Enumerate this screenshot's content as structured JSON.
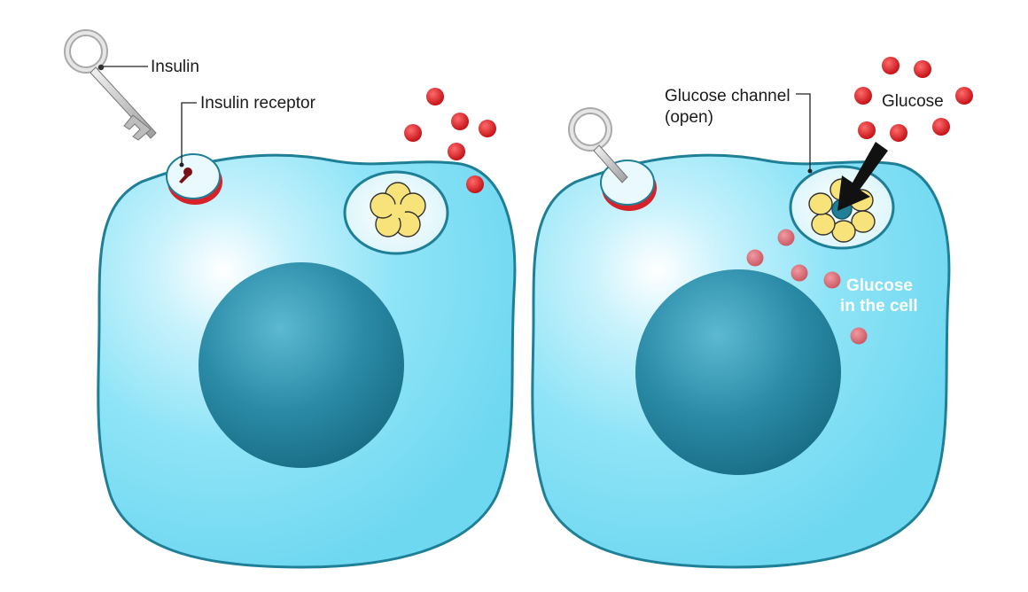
{
  "labels": {
    "insulin": "Insulin",
    "insulin_receptor": "Insulin receptor",
    "glucose_channel_line1": "Glucose channel",
    "glucose_channel_line2": "(open)",
    "glucose": "Glucose",
    "glucose_in_cell_line1": "Glucose",
    "glucose_in_cell_line2": "in the cell"
  },
  "colors": {
    "cell_fill": "#8fe4f7",
    "cell_outline": "#1f7f97",
    "nucleus": "#2a8aa6",
    "glucose_outside": "#e0141b",
    "glucose_inside": "#d9707a",
    "channel_petals": "#f8e27a",
    "receptor_rim": "#d8222a",
    "key_metal": "#c9c9c9",
    "arrow": "#111111"
  },
  "icons": {
    "key": "insulin-key-icon",
    "receptor": "insulin-receptor-icon",
    "channel": "glucose-channel-icon",
    "arrow": "entry-arrow-icon"
  }
}
